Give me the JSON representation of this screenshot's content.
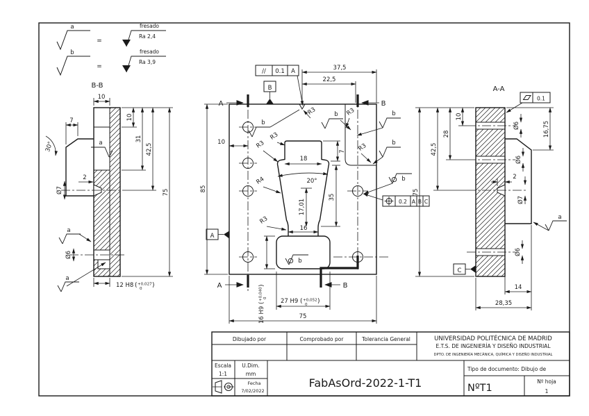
{
  "colors": {
    "ink": "#1a1a1a",
    "paper": "#ffffff"
  },
  "legend": {
    "a_letter": "a",
    "b_letter": "b",
    "equals": "=",
    "a_process": "fresado",
    "a_value": "Ra 2,4",
    "b_process": "fresado",
    "b_value": "Ra 3,9"
  },
  "sections": {
    "bb": "B-B",
    "aa": "A-A",
    "a": "A",
    "b": "B"
  },
  "left": {
    "d10t": "10",
    "d7": "7",
    "a30": "30°",
    "fa": "a",
    "d10": "10",
    "d31": "31",
    "d425": "42,5",
    "d75": "75",
    "d2": "2",
    "dia7": "Ø7",
    "dia6": "Ø6",
    "slot": "12 H8",
    "po": "(",
    "sup": "+0,027",
    "sub": "0",
    "pc": ")"
  },
  "center": {
    "par": "//",
    "par_v": "0.1",
    "par_d": "A",
    "db": "B",
    "da": "A",
    "pos_v": "0.2",
    "pos_a": "A",
    "pos_b": "B",
    "pos_c": "C",
    "d375": "37,5",
    "d225": "22,5",
    "d10": "10",
    "d85": "85",
    "d18": "18",
    "d7": "7",
    "a20": "20°",
    "d1701": "17,01",
    "d35": "35",
    "d16": "16",
    "r3": "R3",
    "r4": "R4",
    "fb": "b",
    "h16": "16 H9",
    "h16sup": "+0,040",
    "h16sub": "0",
    "h27": "27 H9",
    "h27sup": "+0,052",
    "h27sub": "0",
    "d75": "75",
    "po": "(",
    "pc": ")"
  },
  "right": {
    "flat_v": "0.1",
    "d10": "10",
    "d28": "28",
    "d425": "42,5",
    "d75": "75",
    "d1675": "16,75",
    "dia6": "Ø6",
    "d2": "2",
    "dia7": "Ø7",
    "fa": "a",
    "dc": "C",
    "d14": "14",
    "d2835": "28,35"
  },
  "tb": {
    "drawn": "Dibujado por",
    "checked": "Comprobado por",
    "tol": "Tolerancia General",
    "uni": "UNIVERSIDAD POLITÉCNICA DE MADRID",
    "school": "E.T.S. DE INGENIERÍA Y DISEÑO INDUSTRIAL",
    "dept": "DPTO. DE INGENIERÍA MECÁNICA, QUÍMICA Y DISEÑO INDUSTRIAL",
    "scale_l": "Escala",
    "scale_v": "1:1",
    "units_l": "U.Dim.",
    "units_v": "mm",
    "date_l": "Fecha",
    "date_v": "7/02/2022",
    "code": "FabAsOrd-2022-1-T1",
    "doctype": "Tipo de documento: Dibujo de",
    "docnum": "NºT1",
    "sheet_l": "Nº hoja",
    "sheet_v": "1"
  }
}
